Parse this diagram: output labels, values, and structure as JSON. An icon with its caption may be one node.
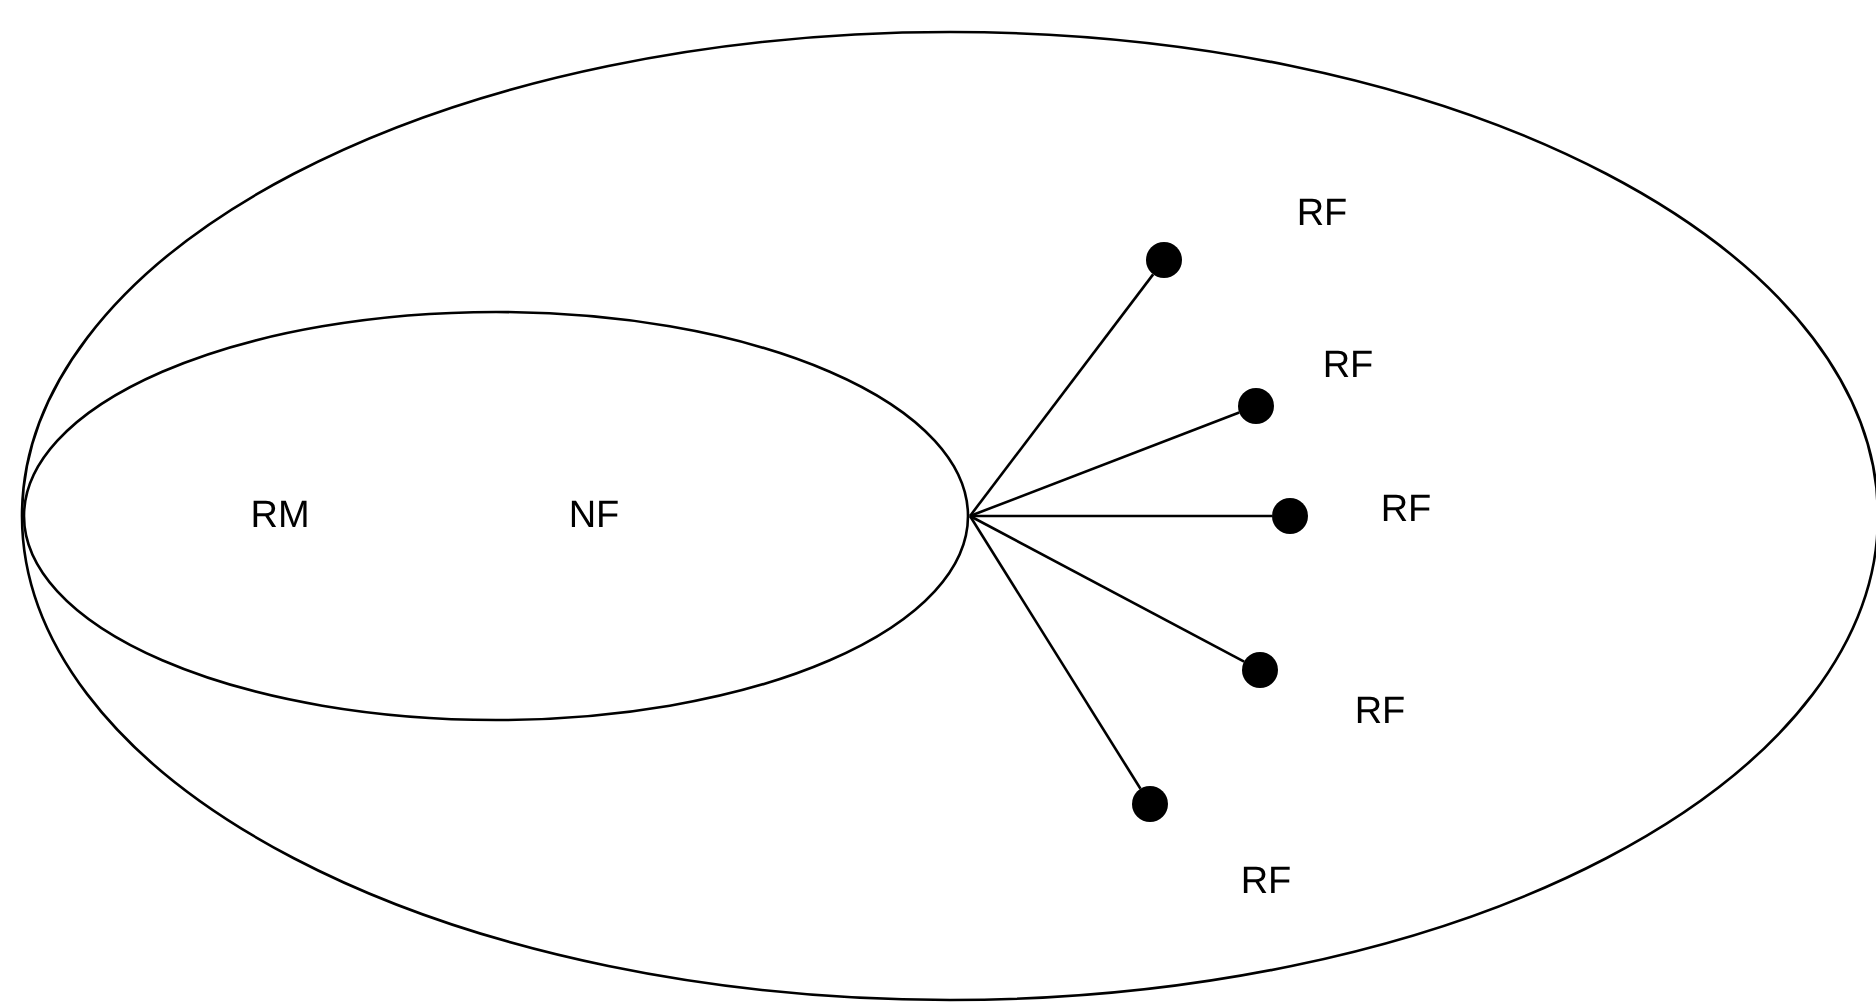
{
  "diagram": {
    "nodes": [
      {
        "text": [],
        "shape": "ellipse"
      },
      {
        "text": [
          "RM",
          "NF"
        ],
        "in": 0
      },
      {
        "text": [],
        "shape": "circle",
        "beside": [
          "RF"
        ],
        "in": 0
      },
      {
        "text": [],
        "shape": "circle",
        "beside": [
          "RF"
        ],
        "in": 0
      },
      {
        "text": [],
        "shape": "circle",
        "beside": [
          "RF"
        ],
        "in": 0
      },
      {
        "text": [],
        "shape": "circle",
        "beside": [
          "RF"
        ],
        "in": 0
      },
      {
        "text": [],
        "shape": "circle",
        "beside": [
          "RF"
        ],
        "in": 0
      }
    ],
    "edges": [
      {
        "from": 1,
        "to": 2,
        "arrow": "none"
      },
      {
        "from": 1,
        "to": 3,
        "arrow": "none"
      },
      {
        "from": 1,
        "to": 4,
        "arrow": "none"
      },
      {
        "from": 1,
        "to": 5,
        "arrow": "none"
      },
      {
        "from": 1,
        "to": 6,
        "arrow": "none"
      }
    ]
  }
}
